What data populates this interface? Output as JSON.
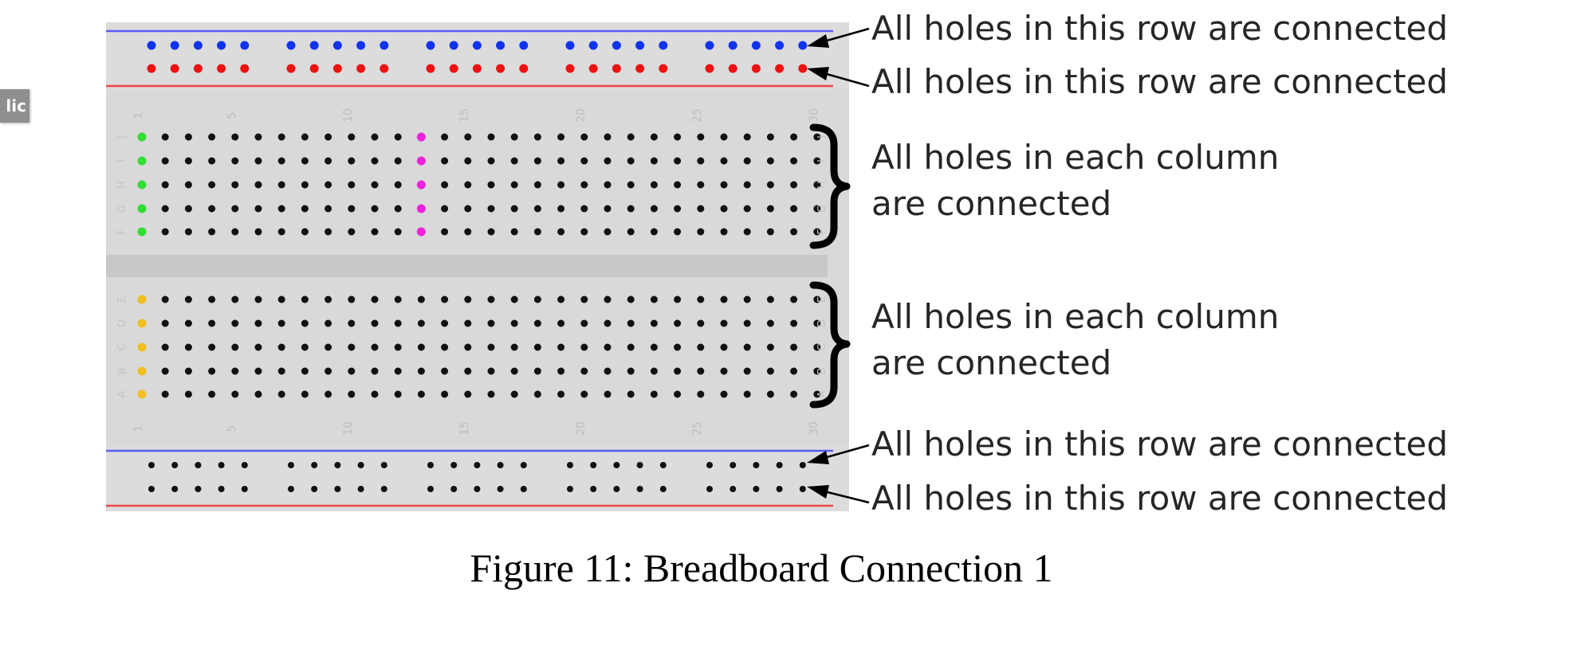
{
  "ui": {
    "side_tab_label": "lic"
  },
  "diagram": {
    "rail_note": "All holes in this row are connected",
    "column_note_line1": "All holes in each column",
    "column_note_line2": "are connected",
    "caption": "Figure 11: Breadboard Connection 1",
    "column_number_labels": [
      "1",
      "5",
      "10",
      "15",
      "20",
      "25",
      "30"
    ],
    "row_letters_upper": [
      "J",
      "I",
      "H",
      "G",
      "F"
    ],
    "row_letters_lower": [
      "E",
      "D",
      "C",
      "B",
      "A"
    ],
    "columns": 30,
    "rail_groups": 5,
    "holes_per_rail_group": 5,
    "highlighted_columns": [
      {
        "column": 1,
        "half": "top",
        "color": "#33dd33"
      },
      {
        "column": 13,
        "half": "top",
        "color": "#ee22dd"
      },
      {
        "column": 1,
        "half": "bottom",
        "color": "#f0c020"
      }
    ],
    "colors": {
      "board": "#d9d9d9",
      "channel": "#c8c8c8",
      "rail_blue": "#5a5aff",
      "rail_red": "#ee4444",
      "hole": "#111111",
      "top_rail_blue_holes": "#1133ee",
      "top_rail_red_holes": "#ee1111"
    }
  }
}
